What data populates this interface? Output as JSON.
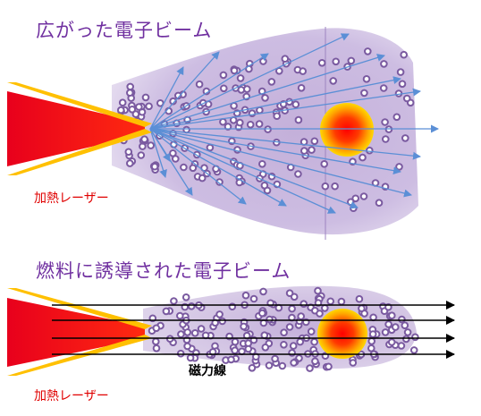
{
  "panel_top": {
    "title": "広がった電子ビーム",
    "laser_label": "加熱レーザー"
  },
  "panel_bottom": {
    "title": "燃料に誘導された電子ビーム",
    "laser_label": "加熱レーザー",
    "field_label": "磁力線"
  },
  "colors": {
    "title": "#7030a0",
    "laser_label": "#e00000",
    "laser_cone": "#e8001c",
    "cone_wall": "#ffc000",
    "plasma": "#c9b6dd",
    "particle": "#7a5aa0",
    "arrow_top": "#5b8fd6",
    "arrow_bottom": "#000000"
  },
  "icons": {
    "core": "hot-core-icon",
    "particle": "electron-particle-icon"
  }
}
